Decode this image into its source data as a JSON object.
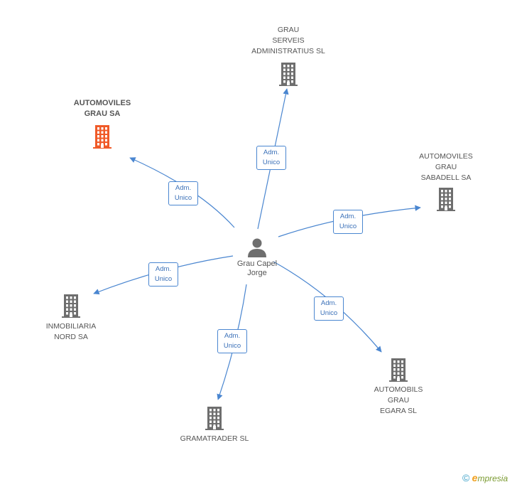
{
  "colors": {
    "edge": "#4a86d0",
    "building_main": "#f05a28",
    "building": "#6e6e6e",
    "person": "#6e6e6e"
  },
  "center": {
    "name": "Grau Capel\nJorge",
    "icon": "person-icon"
  },
  "companies": [
    {
      "id": "grau-serveis",
      "name": "GRAU\nSERVEIS\nADMINISTRATIUS SL",
      "main": false,
      "icon": "building-icon"
    },
    {
      "id": "automoviles-grau",
      "name": "AUTOMOVILES\nGRAU SA",
      "main": true,
      "icon": "building-icon"
    },
    {
      "id": "automoviles-grau-sabadell",
      "name": "AUTOMOVILES\nGRAU\nSABADELL SA",
      "main": false,
      "icon": "building-icon"
    },
    {
      "id": "inmobiliaria-nord",
      "name": "INMOBILIARIA\nNORD SA",
      "main": false,
      "icon": "building-icon"
    },
    {
      "id": "automobils-grau-egara",
      "name": "AUTOMOBILS\nGRAU\nEGARA SL",
      "main": false,
      "icon": "building-icon"
    },
    {
      "id": "gramatrader",
      "name": "GRAMATRADER SL",
      "main": false,
      "icon": "building-icon"
    }
  ],
  "relations": [
    {
      "to": "grau-serveis",
      "line1": "Adm.",
      "line2": "Unico"
    },
    {
      "to": "automoviles-grau",
      "line1": "Adm.",
      "line2": "Unico"
    },
    {
      "to": "automoviles-grau-sabadell",
      "line1": "Adm.",
      "line2": "Unico"
    },
    {
      "to": "inmobiliaria-nord",
      "line1": "Adm.",
      "line2": "Unico"
    },
    {
      "to": "automobils-grau-egara",
      "line1": "Adm.",
      "line2": "Unico"
    },
    {
      "to": "gramatrader",
      "line1": "Adm.",
      "line2": "Unico"
    }
  ],
  "brand": {
    "copyright": "©",
    "initial": "e",
    "rest": "mpresia"
  }
}
